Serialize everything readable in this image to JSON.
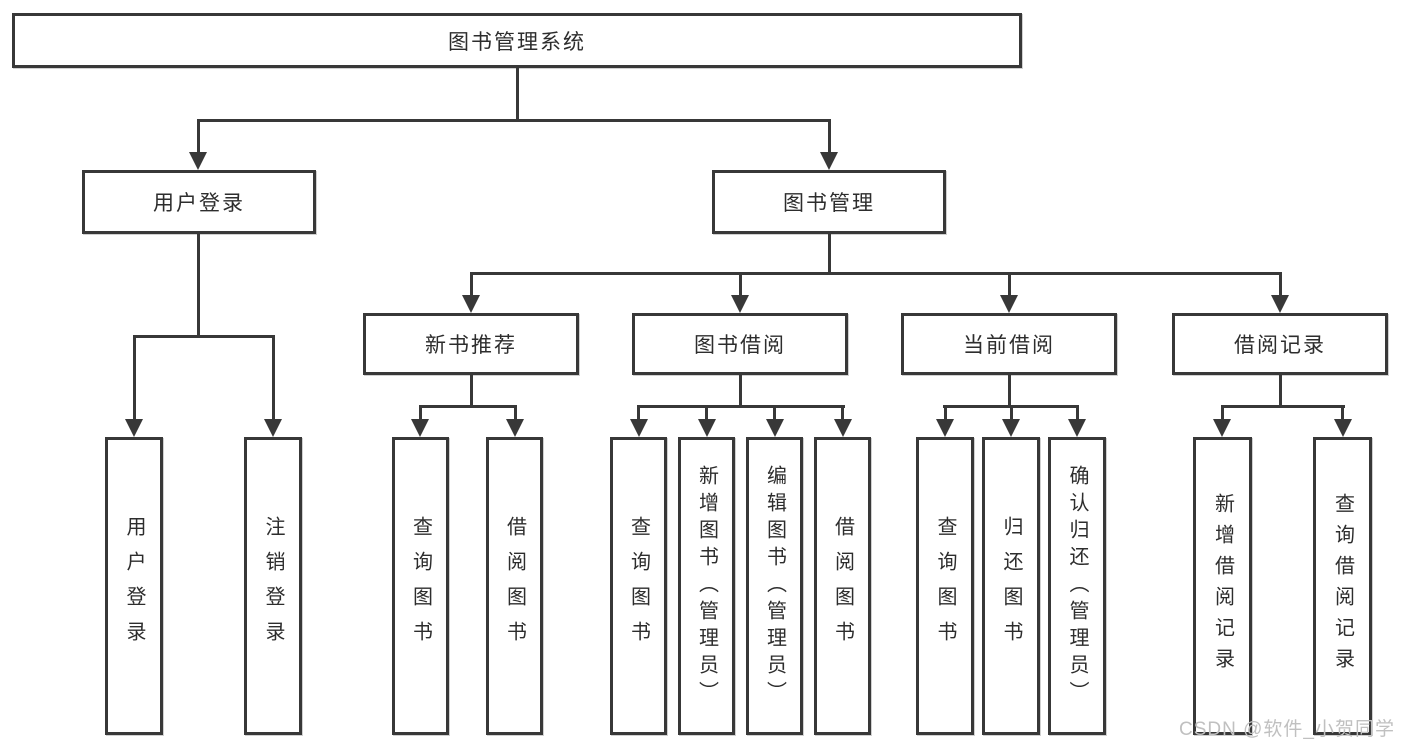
{
  "diagram": {
    "root": {
      "label": "图书管理系统"
    },
    "user_login": {
      "label": "用户登录",
      "children": [
        {
          "label": "用户登录"
        },
        {
          "label": "注销登录"
        }
      ]
    },
    "book_management": {
      "label": "图书管理",
      "sections": [
        {
          "label": "新书推荐",
          "children": [
            {
              "label": "查询图书"
            },
            {
              "label": "借阅图书"
            }
          ]
        },
        {
          "label": "图书借阅",
          "children": [
            {
              "label": "查询图书"
            },
            {
              "label": "新增图书（管理员）"
            },
            {
              "label": "编辑图书（管理员）"
            },
            {
              "label": "借阅图书"
            }
          ]
        },
        {
          "label": "当前借阅",
          "children": [
            {
              "label": "查询图书"
            },
            {
              "label": "归还图书"
            },
            {
              "label": "确认归还（管理员）"
            }
          ]
        },
        {
          "label": "借阅记录",
          "children": [
            {
              "label": "新增借阅记录"
            },
            {
              "label": "查询借阅记录"
            }
          ]
        }
      ]
    },
    "watermark": "CSDN @软件_小贺同学",
    "colors": {
      "line": "#383838",
      "text": "#2d2d2d",
      "box_bg": "#ffffff",
      "watermark": "#c0c0c0"
    }
  }
}
